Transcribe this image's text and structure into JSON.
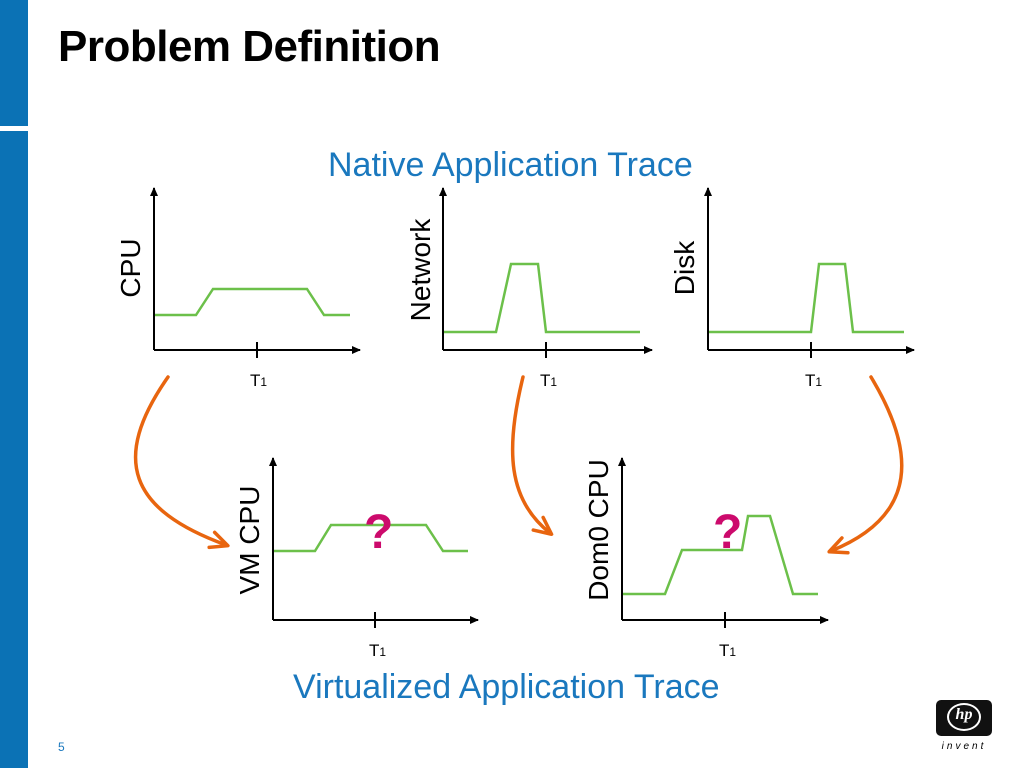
{
  "slide": {
    "title": "Problem Definition",
    "slide_number": "5"
  },
  "native": {
    "heading": "Native Application Trace",
    "charts": [
      {
        "ylabel": "CPU",
        "tick": "T",
        "tick_sub": "1"
      },
      {
        "ylabel": "Network",
        "tick": "T",
        "tick_sub": "1"
      },
      {
        "ylabel": "Disk",
        "tick": "T",
        "tick_sub": "1"
      }
    ]
  },
  "virtualized": {
    "heading": "Virtualized Application Trace",
    "charts": [
      {
        "ylabel": "VM CPU",
        "tick": "T",
        "tick_sub": "1",
        "annotation": "?"
      },
      {
        "ylabel": "Dom0 CPU",
        "tick": "T",
        "tick_sub": "1",
        "annotation": "?"
      }
    ]
  },
  "logo": {
    "brand": "hp",
    "tagline": "invent"
  },
  "colors": {
    "accent": "#0b72b5",
    "heading": "#1a78be",
    "trace": "#6cc04a",
    "arrow": "#e8650f",
    "question": "#cc0a6c"
  }
}
